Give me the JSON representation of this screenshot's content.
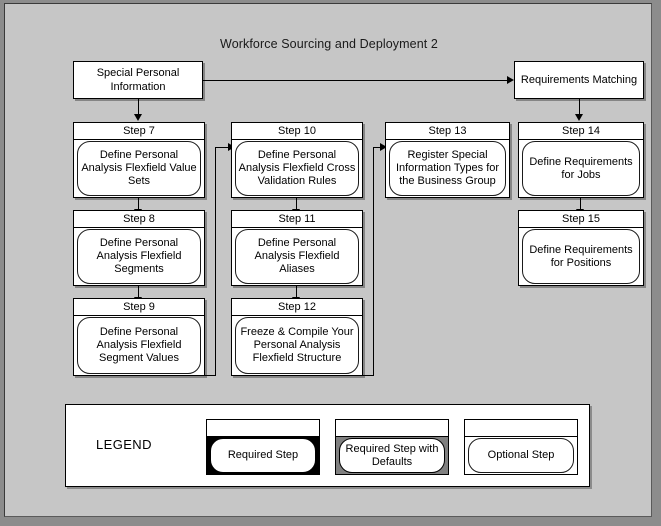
{
  "diagram": {
    "title": "Workforce Sourcing and Deployment 2",
    "background_color": "#c6c6c6",
    "frame_color": "#8c8c8c"
  },
  "plain_boxes": [
    {
      "name": "special-personal-information",
      "text": "Special Personal Information"
    },
    {
      "name": "requirements-matching",
      "text": "Requirements Matching"
    }
  ],
  "steps": [
    {
      "number": "Step 7",
      "title": "Define Personal Analysis Flexfield Value Sets",
      "style": "fill-white"
    },
    {
      "number": "Step 8",
      "title": "Define Personal Analysis Flexfield Segments",
      "style": "fill-white"
    },
    {
      "number": "Step 9",
      "title": "Define Personal Analysis Flexfield Segment Values",
      "style": "fill-white"
    },
    {
      "number": "Step 10",
      "title": "Define Personal Analysis Flexfield Cross Validation Rules",
      "style": "fill-white"
    },
    {
      "number": "Step 11",
      "title": "Define Personal Analysis Flexfield Aliases",
      "style": "fill-white"
    },
    {
      "number": "Step 12",
      "title": "Freeze & Compile Your Personal Analysis Flexfield Structure",
      "style": "fill-white"
    },
    {
      "number": "Step 13",
      "title": "Register Special Information Types for the Business Group",
      "style": "fill-white"
    },
    {
      "number": "Step 14",
      "title": "Define Requirements for Jobs",
      "style": "fill-white"
    },
    {
      "number": "Step 15",
      "title": "Define Requirements for Positions",
      "style": "fill-white"
    }
  ],
  "legend": {
    "label": "LEGEND",
    "items": [
      {
        "name": "legend-required-step",
        "text": "Required Step",
        "style": "fill-black",
        "fill_color": "#000000"
      },
      {
        "name": "legend-required-step-with-defaults",
        "text": "Required Step with Defaults",
        "style": "fill-gray",
        "fill_color": "#808080"
      },
      {
        "name": "legend-optional-step",
        "text": "Optional Step",
        "style": "fill-white",
        "fill_color": "#ffffff"
      }
    ]
  }
}
